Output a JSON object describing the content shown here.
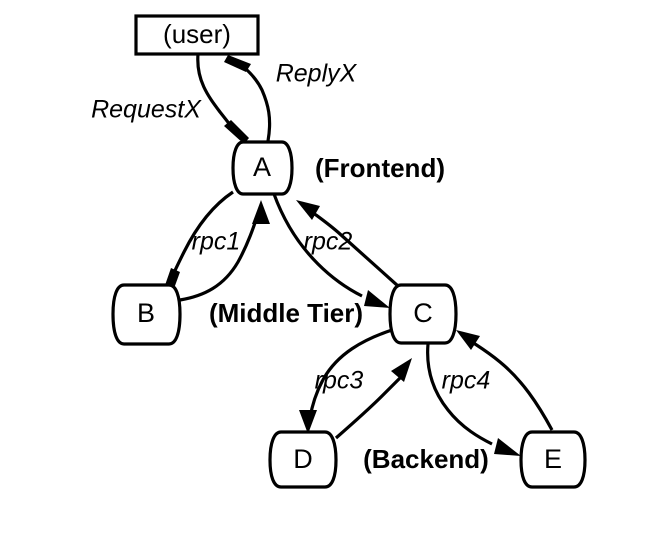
{
  "diagram": {
    "title_text": "",
    "background_color": "#ffffff",
    "stroke_color": "#000000",
    "nodes": [
      {
        "id": "user",
        "label": "(user)",
        "shape": "rectangle"
      },
      {
        "id": "A",
        "label": "A",
        "shape": "rounded-sides"
      },
      {
        "id": "B",
        "label": "B",
        "shape": "rounded-sides"
      },
      {
        "id": "C",
        "label": "C",
        "shape": "rounded-sides"
      },
      {
        "id": "D",
        "label": "D",
        "shape": "rounded-sides"
      },
      {
        "id": "E",
        "label": "E",
        "shape": "rounded-sides"
      }
    ],
    "edges": [
      {
        "id": "request-x",
        "label": "RequestX",
        "from": "user",
        "to": "A",
        "style": "italic"
      },
      {
        "id": "reply-x",
        "label": "ReplyX",
        "from": "A",
        "to": "user",
        "style": "italic"
      },
      {
        "id": "rpc1",
        "label": "rpc1",
        "from": "A",
        "to": "B",
        "style": "italic"
      },
      {
        "id": "rpc1-ret",
        "label": "",
        "from": "B",
        "to": "A",
        "style": "italic"
      },
      {
        "id": "rpc2",
        "label": "rpc2",
        "from": "A",
        "to": "C",
        "style": "italic"
      },
      {
        "id": "rpc2-ret",
        "label": "",
        "from": "C",
        "to": "A",
        "style": "italic"
      },
      {
        "id": "rpc3",
        "label": "rpc3",
        "from": "C",
        "to": "D",
        "style": "italic"
      },
      {
        "id": "rpc3-ret",
        "label": "",
        "from": "D",
        "to": "C",
        "style": "italic"
      },
      {
        "id": "rpc4",
        "label": "rpc4",
        "from": "C",
        "to": "E",
        "style": "italic"
      },
      {
        "id": "rpc4-ret",
        "label": "",
        "from": "E",
        "to": "C",
        "style": "italic"
      }
    ],
    "tier_labels": [
      {
        "id": "frontend",
        "label": "(Frontend)"
      },
      {
        "id": "middle-tier",
        "label": "(Middle Tier)"
      },
      {
        "id": "backend",
        "label": "(Backend)"
      }
    ]
  }
}
